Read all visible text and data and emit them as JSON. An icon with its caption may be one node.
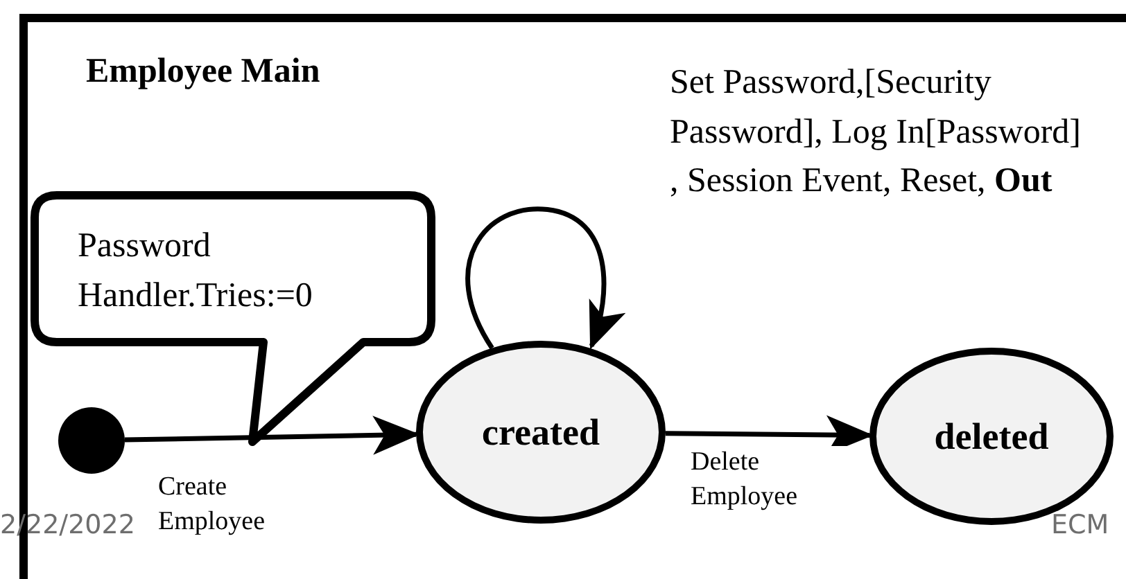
{
  "diagram": {
    "nodes": [
      {
        "text": [
          "Employee Main"
        ]
      },
      {
        "text": [],
        "shape": "circle",
        "in": 0
      },
      {
        "text": [
          "created"
        ],
        "in": 0
      },
      {
        "text": [
          "deleted"
        ],
        "in": 0
      },
      {
        "text": [
          "Password Handler.Tries:=0"
        ],
        "in": 0
      }
    ],
    "edges": [
      {
        "from": 1,
        "to": 2,
        "arrow": "to",
        "label": "Create Employee"
      },
      {
        "from": 2,
        "to": 3,
        "arrow": "to",
        "label": "Delete Employee"
      },
      {
        "from": 2,
        "to": 2,
        "arrow": "to",
        "label": "Set Password,[Security Password], Log In[Password] , Session Event, Reset, **Out**"
      }
    ],
    "labels": [
      "2/22/2022",
      "ECM"
    ]
  }
}
